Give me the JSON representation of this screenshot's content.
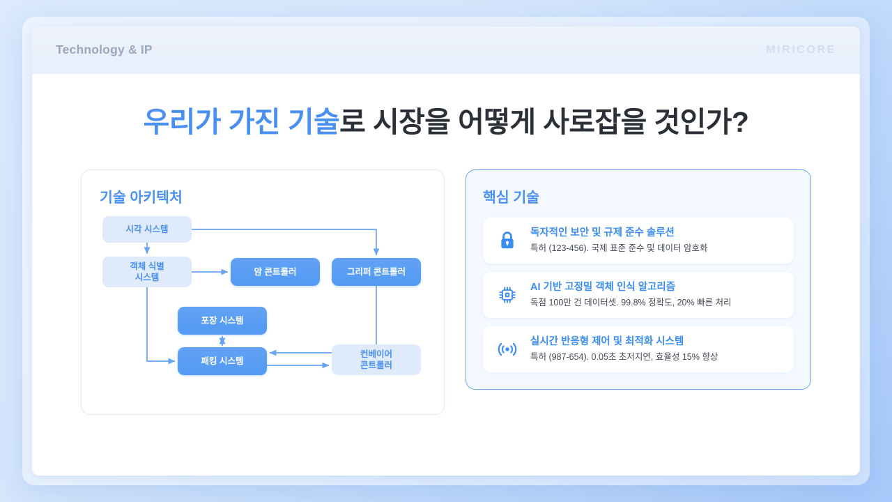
{
  "header": {
    "title": "Technology & IP",
    "logo": "MIRICORE"
  },
  "title": {
    "accent": "우리가 가진 기술",
    "rest": "로 시장을 어떻게 사로잡을 것인가?"
  },
  "colors": {
    "accent": "#4a90f0",
    "node_solid": "#529af3",
    "node_light": "#dfeafb",
    "panel_border": "#6aa6f2",
    "text_dark": "#2b2f36"
  },
  "architecture": {
    "heading": "기술 아키텍처",
    "nodes": [
      {
        "id": "vision",
        "label": "시각 시스템",
        "style": "light"
      },
      {
        "id": "object",
        "label": "객체 식별\n시스템",
        "style": "light"
      },
      {
        "id": "arm",
        "label": "암 콘트롤러",
        "style": "solid"
      },
      {
        "id": "gripper",
        "label": "그리퍼 콘트롤러",
        "style": "solid"
      },
      {
        "id": "packaging",
        "label": "포장 시스템",
        "style": "solid"
      },
      {
        "id": "packing",
        "label": "패킹 시스템",
        "style": "solid"
      },
      {
        "id": "conveyor",
        "label": "컨베이어\n콘트롤러",
        "style": "light"
      }
    ],
    "edges": [
      {
        "from": "vision",
        "to": "object",
        "direction": "down"
      },
      {
        "from": "vision",
        "to": "gripper",
        "direction": "right-down"
      },
      {
        "from": "object",
        "to": "arm",
        "direction": "right"
      },
      {
        "from": "object",
        "to": "packing",
        "direction": "down-right"
      },
      {
        "from": "packaging",
        "to": "packing",
        "direction": "bidirectional"
      },
      {
        "from": "gripper",
        "to": "packing",
        "direction": "down-left"
      },
      {
        "from": "packing",
        "to": "conveyor",
        "direction": "right"
      }
    ]
  },
  "core_tech": {
    "heading": "핵심 기술",
    "cards": [
      {
        "icon": "lock-icon",
        "title": "독자적인 보안 및 규제 준수 솔루션",
        "desc": "특허 (123-456). 국제 표준 준수 및 데이터 암호화"
      },
      {
        "icon": "cpu-chip-icon",
        "title": "AI 기반 고정밀 객체 인식 알고리즘",
        "desc": "독점 100만 건 데이터셋. 99.8% 정확도, 20% 빠른 처리"
      },
      {
        "icon": "broadcast-signal-icon",
        "title": "실시간 반응형 제어 및 최적화 시스템",
        "desc": "특허 (987-654). 0.05초 초저지연, 효율성 15% 향상"
      }
    ]
  }
}
